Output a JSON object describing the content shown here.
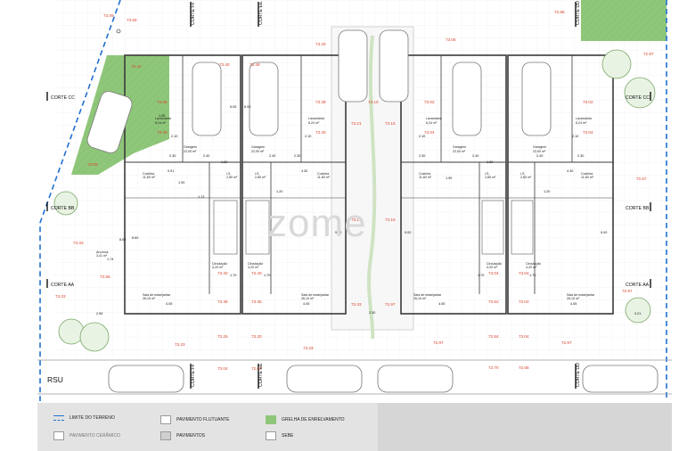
{
  "watermark": "zome",
  "rsu_label": "RSU",
  "sections": {
    "corte_ff": "CORTE FF",
    "corte_ee": "CORTE EE",
    "corte_dd": "CORTE DD",
    "corte_cc": "CORTE CC",
    "corte_bb": "CORTE BB",
    "corte_aa": "CORTE AA"
  },
  "levels": [
    "73.09",
    "73.56",
    "72.96",
    "73.20",
    "73.06",
    "73.42",
    "73.40",
    "73.48",
    "72.97",
    "73.38",
    "73.10",
    "73.02",
    "73.40",
    "73.21",
    "73.15",
    "73.04",
    "73.08",
    "72.67",
    "73.17",
    "73.16",
    "73.33",
    "73.56",
    "72.97",
    "73.40",
    "73.38",
    "73.35",
    "73.62",
    "73.02",
    "73.33",
    "73.25",
    "73.20",
    "72.97",
    "72.84",
    "73.04",
    "72.70",
    "72.68",
    "72.67",
    "73.04"
  ],
  "rooms": {
    "lavandaria": "Lavandaria",
    "lavandaria_area": "6,24 m²",
    "garagem": "Garagem",
    "garagem_area": "22,00 m²",
    "cozinha": "Cozinha",
    "cozinha_area": "11,60 m²",
    "ws": "I.S.",
    "ws_area": "2,85 m²",
    "sala": "Sala de estar/jantar",
    "sala_area": "26,10 m²",
    "arrumos": "Arrumos",
    "arrumos_area": "3,41 m²",
    "circulacao": "Circulação",
    "circulacao_area": "4,20 m²"
  },
  "dims": [
    "6.05",
    "2.50",
    "2.40",
    "1.20",
    "4.30",
    "0.91",
    "1.90",
    "1.13",
    "8.60",
    "1.20",
    "9.00",
    "1.74",
    "4.05",
    "1.70",
    "2.30",
    "4.05",
    "3.00",
    "3.21",
    "1.05",
    "2.10",
    "2.59"
  ],
  "legend": {
    "limite": "LIMITE DO TERRENO",
    "pavimento_ceramico": "PAVIMENTO CERÂMICO",
    "pavimento_flutuante": "PAVIMENTO FLUTUANTE",
    "pavimentos": "PAVIMENTOS",
    "grelha": "GRELHA DE ENRELVAMENTO",
    "sebe": "SEBE"
  },
  "colors": {
    "boundary": "#1f6fd1",
    "grass": "#8fc77a",
    "level_text": "#d9432b",
    "wall": "#3a3a3a",
    "grid": "#dcdcdc"
  }
}
